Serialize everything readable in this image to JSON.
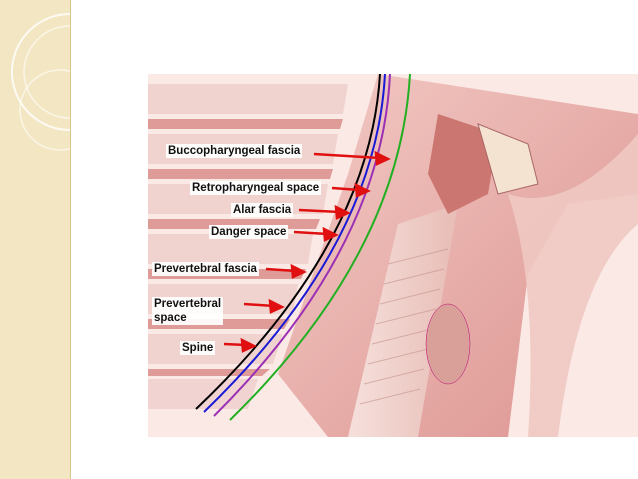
{
  "slide": {
    "accent_color": "#f3e6c3",
    "decoration": "concentric-rings"
  },
  "figure": {
    "subject": "sagittal-neck-anatomy",
    "labels": {
      "buccopharyngeal_fascia": "Buccopharyngeal fascia",
      "retropharyngeal_space": "Retropharyngeal space",
      "alar_fascia": "Alar fascia",
      "danger_space": "Danger space",
      "prevertebral_fascia": "Prevertebral fascia",
      "prevertebral_space": "Prevertebral\nspace",
      "spine": "Spine"
    },
    "line_colors": {
      "fascia_black": "#000000",
      "fascia_blue": "#1a1ad6",
      "fascia_purple": "#9b30b5",
      "fascia_green": "#22b022",
      "arrow_red": "#e01010"
    }
  }
}
